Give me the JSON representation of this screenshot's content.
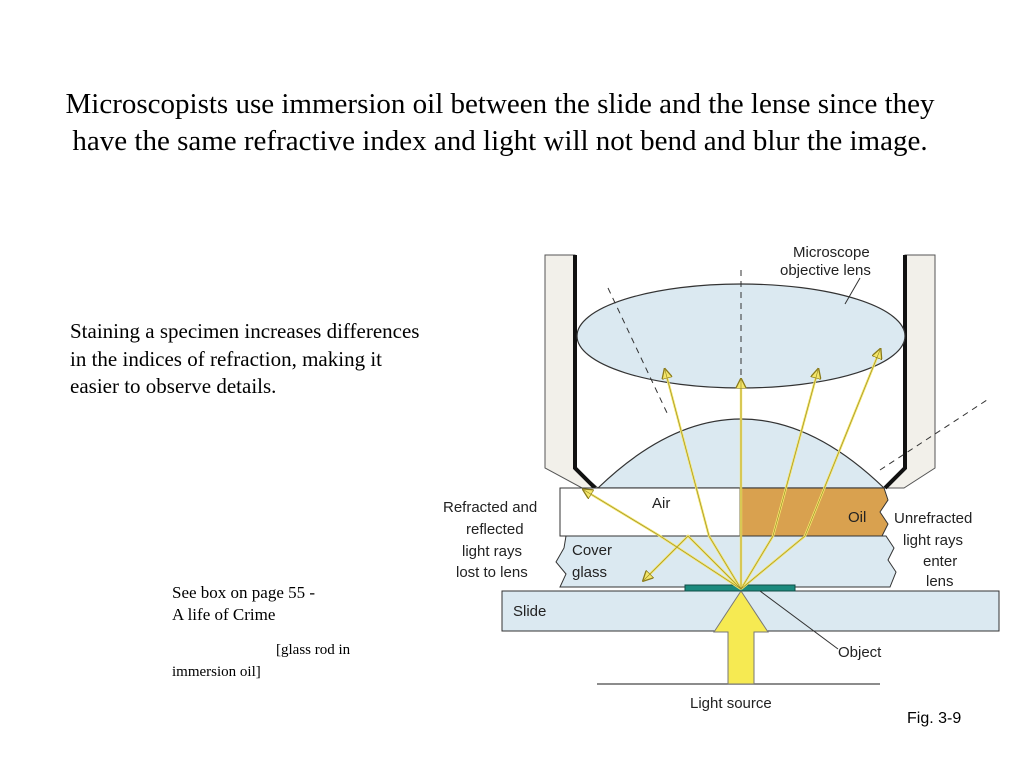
{
  "slide": {
    "title": "Microscopists use immersion oil between the slide and the lense since they have the same refractive index and light will not bend and blur the image.",
    "staining_text": "Staining a specimen increases differences in the indices of refraction, making it easier to observe details.",
    "see_box_line1": "See box on page 55 -",
    "see_box_line2": "A life of Crime",
    "see_box_note1": "[glass rod in",
    "see_box_note2": "immersion oil]",
    "fig_label": "Fig. 3-9"
  },
  "diagram": {
    "label_objective_1": "Microscope",
    "label_objective_2": "objective lens",
    "label_air": "Air",
    "label_oil": "Oil",
    "label_refracted_1": "Refracted and",
    "label_refracted_2": "reflected",
    "label_refracted_3": "light rays",
    "label_refracted_4": "lost to lens",
    "label_cover_1": "Cover",
    "label_cover_2": "glass",
    "label_unrefracted_1": "Unrefracted",
    "label_unrefracted_2": "light rays",
    "label_unrefracted_3": "enter",
    "label_unrefracted_4": "lens",
    "label_slide": "Slide",
    "label_object": "Object",
    "label_light_source": "Light source",
    "colors": {
      "lens_fill": "#dbe9f1",
      "lens_stroke": "#333333",
      "oil_fill": "#d9a14f",
      "ray_fill": "#f4e66a",
      "ray_stroke": "#8a7a1a",
      "object_fill": "#1b8a7e",
      "arrow_fill": "#f6ea52"
    }
  }
}
